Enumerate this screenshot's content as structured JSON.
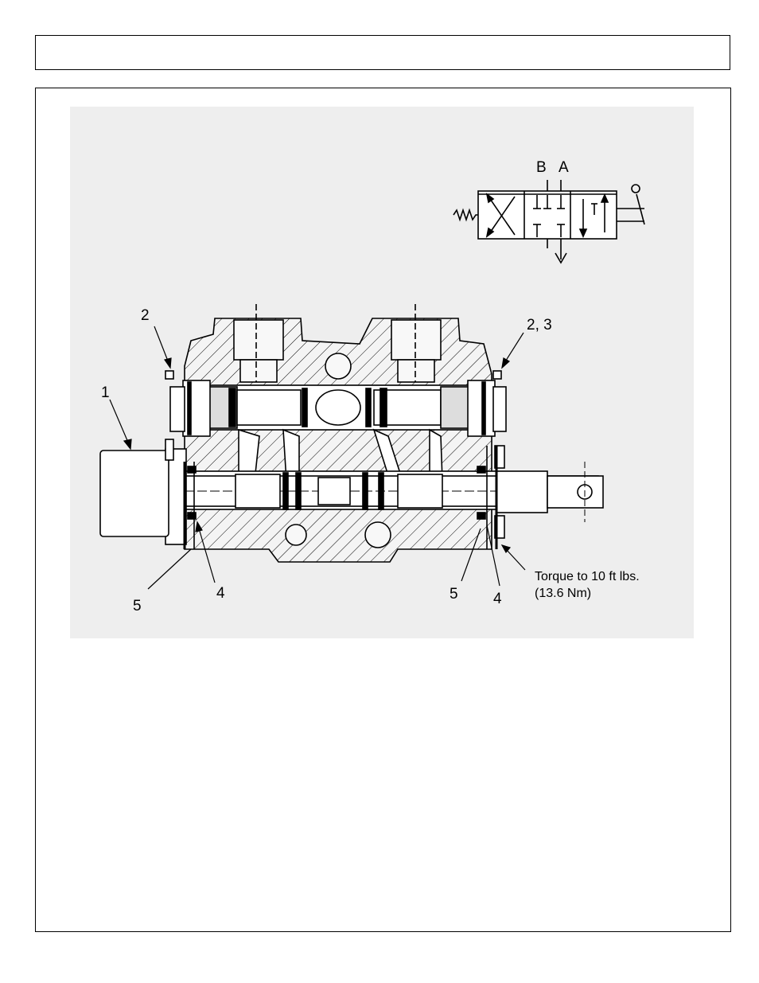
{
  "header": {
    "title": ""
  },
  "schematic": {
    "port_b": "B",
    "port_a": "A"
  },
  "callouts": {
    "c1": "1",
    "c2_left": "2",
    "c2_3_right": "2, 3",
    "c5_left": "5",
    "c4_left": "4",
    "c5_right": "5",
    "c4_right": "4"
  },
  "torque_note": {
    "line1": "Torque to 10 ft lbs.",
    "line2": "(13.6 Nm)"
  }
}
